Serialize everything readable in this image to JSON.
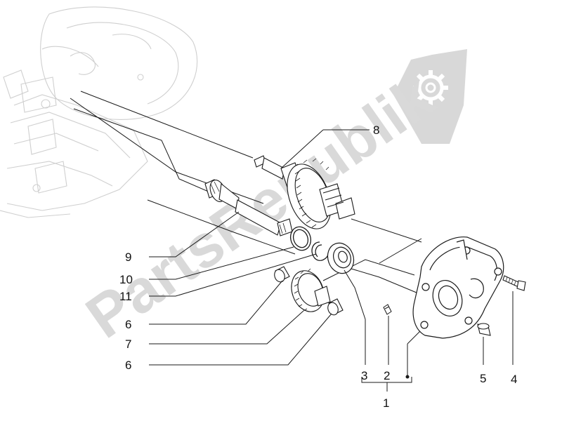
{
  "diagram": {
    "watermark_text": "PartsRepublik",
    "callouts": {
      "c1": "1",
      "c2": "2",
      "c3": "3",
      "c4": "4",
      "c5": "5",
      "c6a": "6",
      "c6b": "6",
      "c7": "7",
      "c8": "8",
      "c9": "9",
      "c10": "10",
      "c11": "11"
    }
  },
  "colors": {
    "line": "#1a1a1a",
    "ghost": "#c8c8c8",
    "watermark": "#d9d9d9"
  },
  "icons": {
    "watermark_logo": "gear-icon"
  }
}
